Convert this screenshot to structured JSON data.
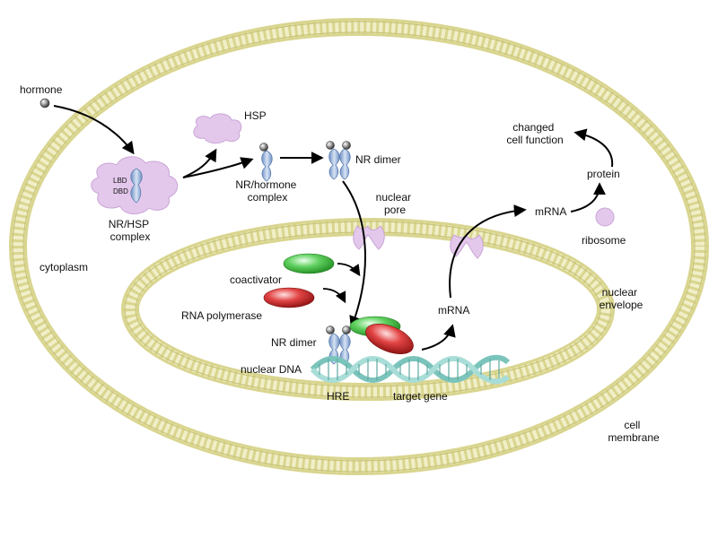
{
  "colors": {
    "membrane": "#e6e3a2",
    "membrane_stroke": "#c9c57a",
    "hsp": "#e4c8ec",
    "hsp_stroke": "#c9a5d6",
    "receptor": "#9fb9dc",
    "receptor_stroke": "#5b7fb0",
    "hormone": "#8c8c8c",
    "coactivator": "#44c444",
    "polymerase": "#d83030",
    "dna": "#8ecfc8",
    "arrow": "#000000"
  },
  "labels": {
    "hormone": "hormone",
    "hsp": "HSP",
    "lbd": "LBD",
    "dbd": "DBD",
    "nr_hsp_complex": [
      "NR/HSP",
      "complex"
    ],
    "nr_hormone_complex": [
      "NR/hormone",
      "complex"
    ],
    "nr_dimer_top": "NR dimer",
    "nuclear_pore": [
      "nuclear",
      "pore"
    ],
    "cytoplasm": "cytoplasm",
    "coactivator": "coactivator",
    "rna_polymerase": "RNA polymerase",
    "nr_dimer_nucleus": "NR dimer",
    "nuclear_dna": "nuclear DNA",
    "hre": "HRE",
    "target_gene": "target gene",
    "mrna_nucleus": "mRNA",
    "mrna_cytoplasm": "mRNA",
    "ribosome": "ribosome",
    "protein": "protein",
    "changed_cell_function": [
      "changed",
      "cell function"
    ],
    "nuclear_envelope": [
      "nuclear",
      "envelope"
    ],
    "cell_membrane": [
      "cell",
      "membrane"
    ]
  }
}
